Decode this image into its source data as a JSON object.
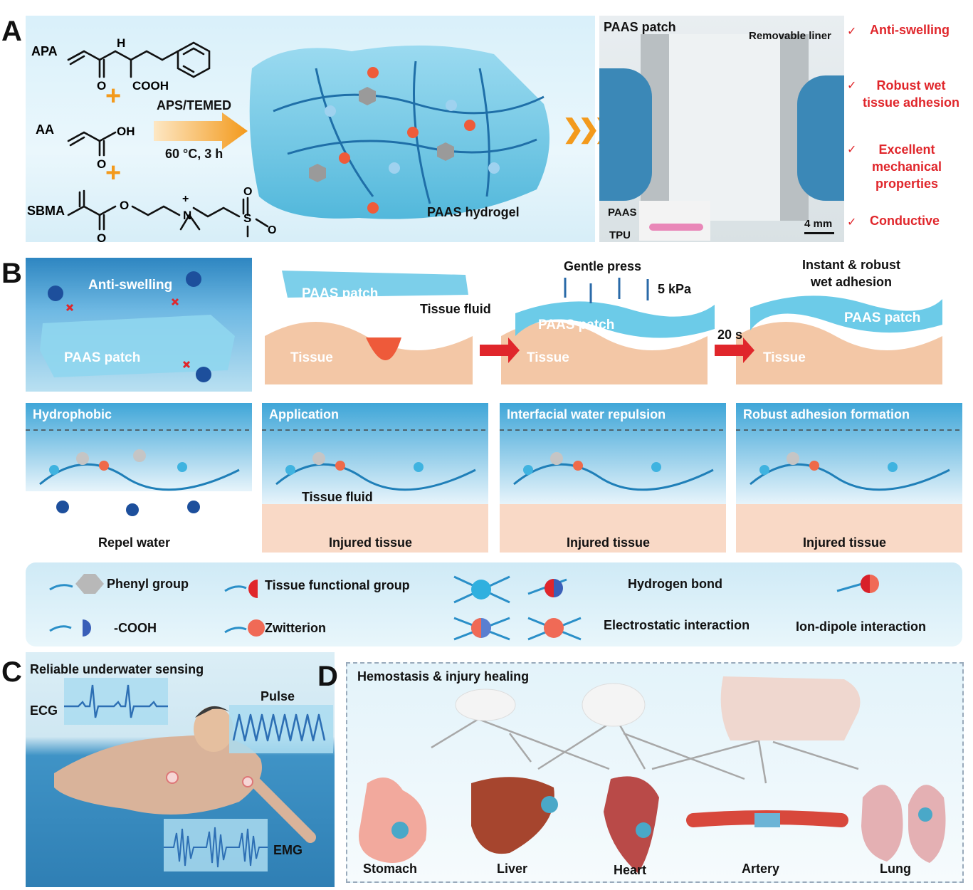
{
  "panelA": {
    "letter": "A",
    "monomers": {
      "apa": "APA",
      "aa": "AA",
      "sbma": "SBMA",
      "nh": "H",
      "n_atom": "N",
      "o": "O",
      "cooh": "COOH",
      "oh": "OH",
      "n_plus": "N",
      "plus": "+",
      "s": "S",
      "o_minus": "O"
    },
    "plus_sign": "+",
    "reaction_top": "APS/TEMED",
    "reaction_bottom": "60 °C, 3 h",
    "hydrogel_label": "PAAS hydrogel",
    "patch_title": "PAAS patch",
    "removable_liner": "Removable liner",
    "inset_paas": "PAAS",
    "inset_tpu": "TPU",
    "scale": "4 mm",
    "checkmark": "✓",
    "features": [
      "Anti-swelling",
      "Robust wet\ntissue adhesion",
      "Excellent\nmechanical\nproperties",
      "Conductive"
    ]
  },
  "panelB": {
    "letter": "B",
    "anti_swelling": "Anti-swelling",
    "paas_patch": "PAAS patch",
    "tissue_fluid": "Tissue fluid",
    "tissue": "Tissue",
    "gentle_press": "Gentle press",
    "pressure": "5 kPa",
    "time": "20 s",
    "instant": "Instant & robust\nwet adhesion",
    "strips": [
      {
        "title": "Hydrophobic",
        "bottom": "Repel water"
      },
      {
        "title": "Application",
        "bottom": "Injured tissue",
        "fluid": "Tissue fluid"
      },
      {
        "title": "Interfacial water repulsion",
        "bottom": "Injured tissue"
      },
      {
        "title": "Robust adhesion formation",
        "bottom": "Injured tissue"
      }
    ]
  },
  "legend": {
    "phenyl": "Phenyl group",
    "cooh": "-COOH",
    "tissue_group": "Tissue functional group",
    "zwitterion": "Zwitterion",
    "hbond": "Hydrogen bond",
    "electrostatic": "Electrostatic interaction",
    "ion_dipole": "Ion-dipole interaction"
  },
  "panelC": {
    "letter": "C",
    "title": "Reliable underwater sensing",
    "ecg": "ECG",
    "pulse": "Pulse",
    "emg": "EMG"
  },
  "panelD": {
    "letter": "D",
    "title": "Hemostasis & injury healing",
    "organs": [
      "Stomach",
      "Liver",
      "Heart",
      "Artery",
      "Lung"
    ]
  }
}
